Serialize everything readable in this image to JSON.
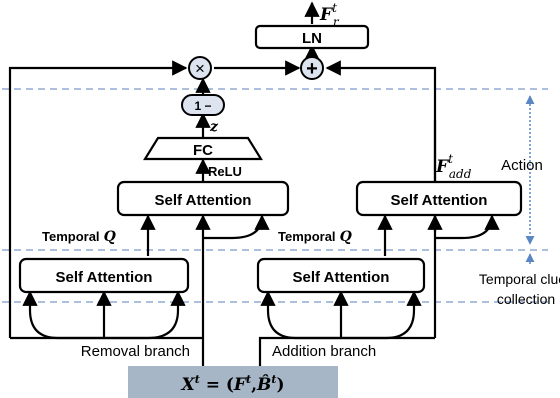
{
  "blocks": {
    "ln": "LN",
    "fc": "FC",
    "self_attention": "Self Attention",
    "one_minus": "1 −"
  },
  "labels": {
    "relu": "ReLU",
    "z": "z",
    "temporal": "Temporal",
    "q": "Q",
    "f_add_base": "F",
    "f_add_sup": "t",
    "f_add_sub": "add",
    "f_r_base": "F",
    "f_r_sup": "t",
    "f_r_sub": "r",
    "multiply_symbol": "×",
    "add_symbol": "+"
  },
  "stages": {
    "action": "Action",
    "temporal_line1": "Temporal clues",
    "temporal_line2": "collection"
  },
  "branches": {
    "removal": "Removal branch",
    "addition": "Addition branch"
  },
  "input": {
    "x": "X",
    "x_sup": "t",
    "eq": " = (",
    "f": "F",
    "f_sup": "t",
    "comma": ",",
    "b": "B̂",
    "b_sup": "t",
    "close": ")"
  },
  "colors": {
    "input_bg": "#a6b6c6",
    "dash": "#7a9acb",
    "marker": "#5b86c4",
    "node_fill": "#dde4ef"
  }
}
